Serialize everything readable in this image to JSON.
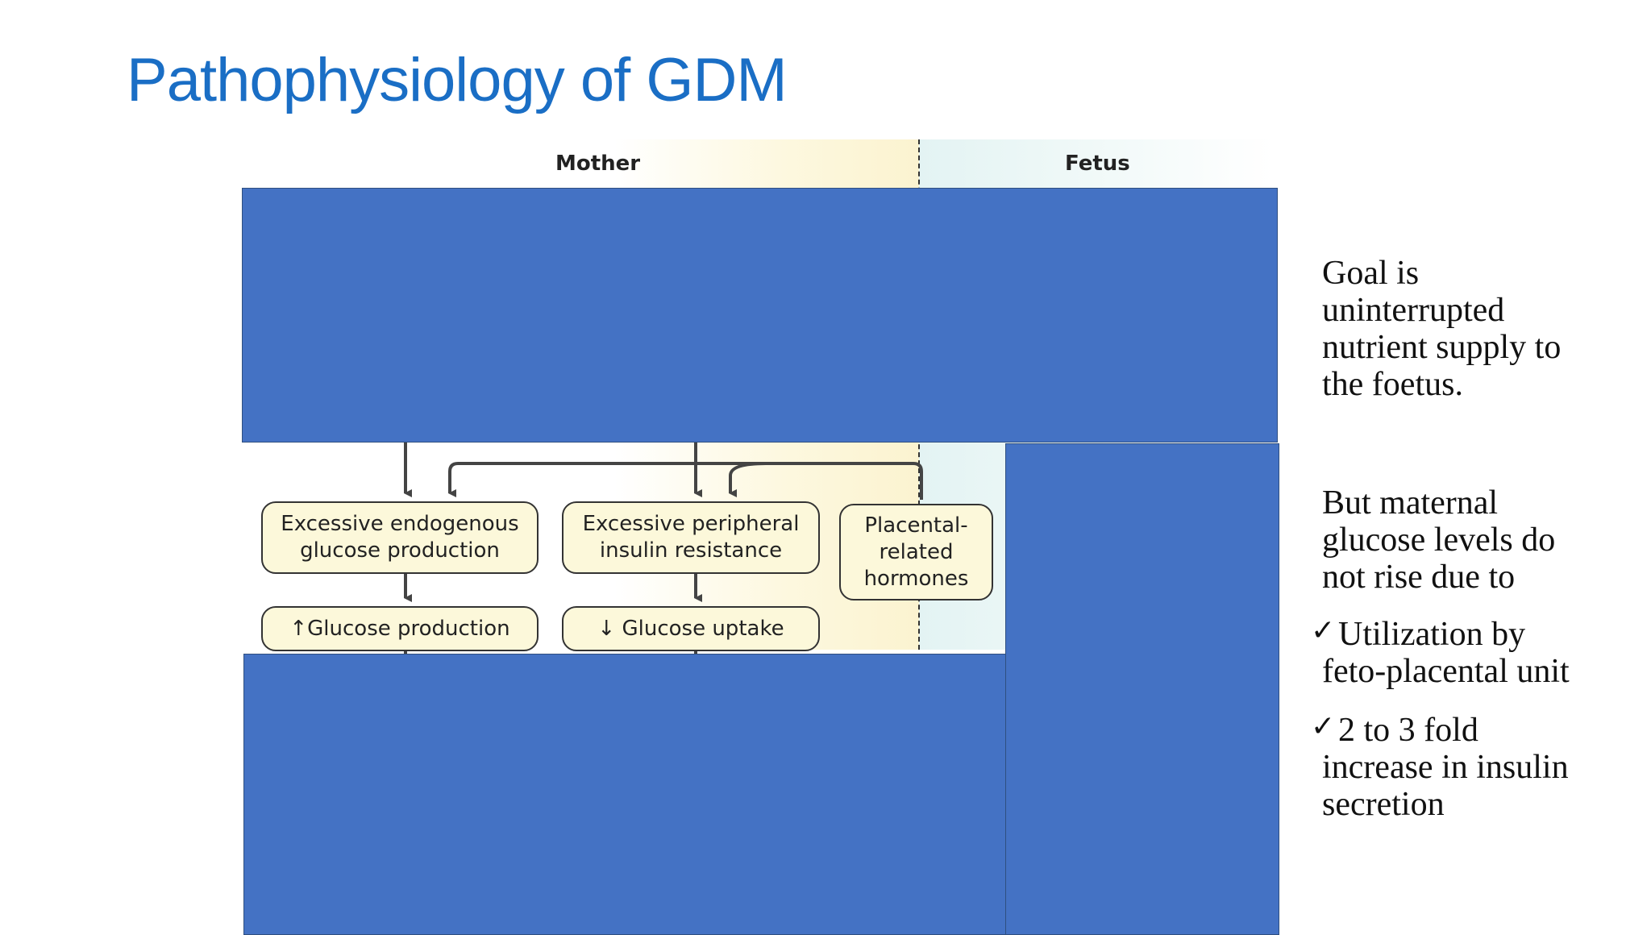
{
  "slide": {
    "title": "Pathophysiology of GDM"
  },
  "diagram": {
    "mother_label": "Mother",
    "fetus_label": "Fetus",
    "boxes": {
      "endogenous": [
        "Excessive endogenous",
        "glucose production"
      ],
      "peripheral": [
        "Excessive peripheral",
        "insulin resistance"
      ],
      "placental": [
        "Placental-",
        "related",
        "hormones"
      ],
      "glucose_production": "↑Glucose production",
      "glucose_uptake": "↓ Glucose uptake"
    },
    "colors": {
      "box_fill": "#fcf8da",
      "overlay": "#4472c4",
      "title": "#1a6ec5"
    }
  },
  "notes": {
    "goal": [
      "Goal is",
      "uninterrupted",
      "nutrient supply to",
      "the foetus."
    ],
    "but": [
      "But maternal",
      "glucose levels do",
      "not rise due to"
    ],
    "check_mark": "✓",
    "item1": [
      "Utilization by",
      "feto-placental unit"
    ],
    "item2": [
      "2 to 3 fold",
      "increase in insulin",
      "secretion"
    ]
  }
}
